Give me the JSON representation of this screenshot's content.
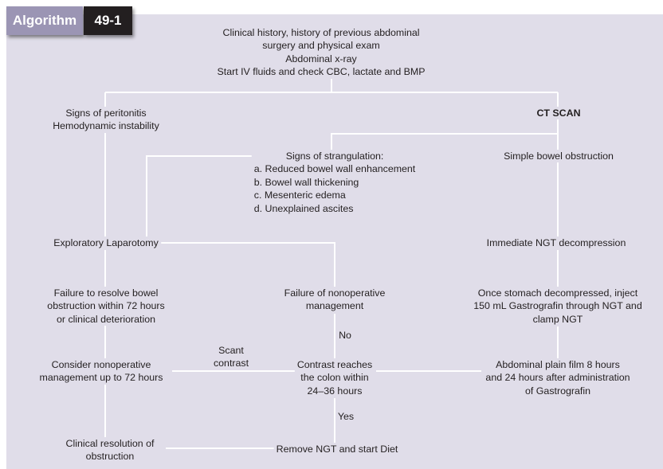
{
  "header": {
    "label": "Algorithm",
    "number": "49-1"
  },
  "nodes": {
    "clinical": [
      "Clinical history, history of previous abdominal",
      "surgery and physical exam",
      "Abdominal x-ray",
      "Start IV fluids and check CBC, lactate and BMP"
    ],
    "peritonitis": [
      "Signs of peritonitis",
      "Hemodynamic instability"
    ],
    "ct_scan": [
      "CT SCAN"
    ],
    "strangulation_title": [
      "Signs of strangulation:"
    ],
    "strangulation_items": [
      "a. Reduced bowel wall enhancement",
      "b. Bowel wall thickening",
      "c. Mesenteric edema",
      "d. Unexplained ascites"
    ],
    "simple_obstruction": [
      "Simple bowel obstruction"
    ],
    "laparotomy": [
      "Exploratory Laparotomy"
    ],
    "ngt": [
      "Immediate NGT decompression"
    ],
    "failure_resolve": [
      "Failure to resolve bowel",
      "obstruction within 72 hours",
      "or clinical deterioration"
    ],
    "failure_nonop": [
      "Failure of nonoperative",
      "management"
    ],
    "inject": [
      "Once stomach decompressed, inject",
      "150 mL Gastrografin through NGT and",
      "clamp NGT"
    ],
    "consider": [
      "Consider nonoperative",
      "management up to 72 hours"
    ],
    "contrast": [
      "Contrast reaches",
      "the colon within",
      "24–36 hours"
    ],
    "film": [
      "Abdominal plain film 8 hours",
      "and 24 hours after administration",
      "of Gastrografin"
    ],
    "resolution": [
      "Clinical resolution of",
      "obstruction"
    ],
    "remove_ngt": [
      "Remove NGT and start Diet"
    ]
  },
  "edge_labels": {
    "no": [
      "No"
    ],
    "yes": [
      "Yes"
    ],
    "scant": [
      "Scant",
      "contrast"
    ]
  }
}
